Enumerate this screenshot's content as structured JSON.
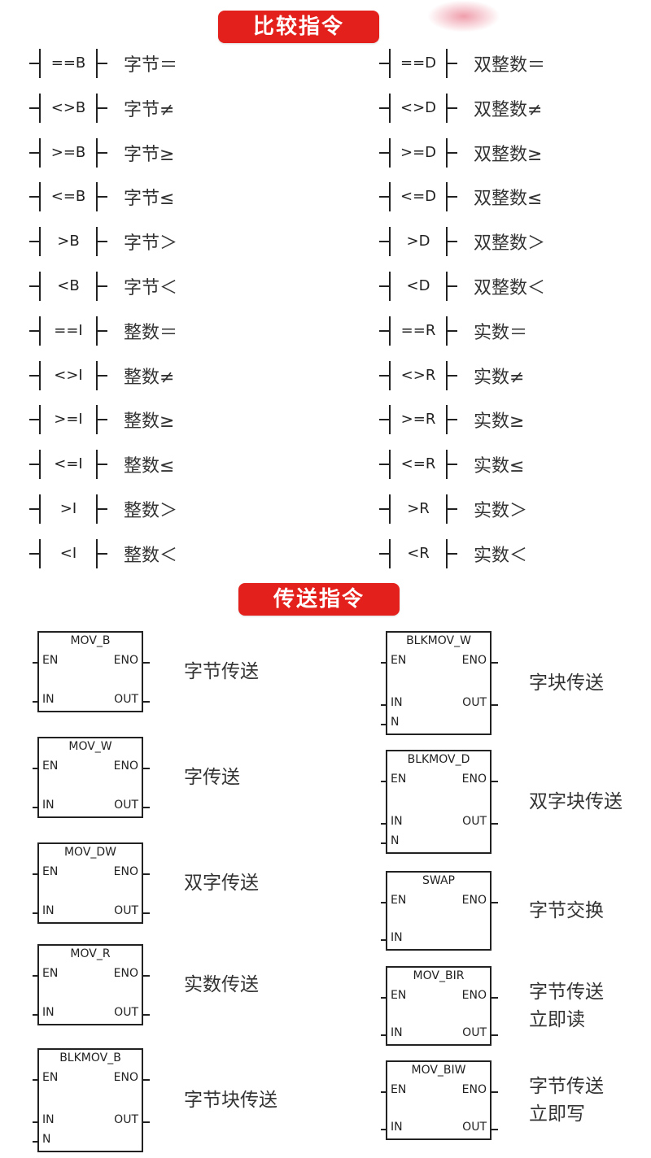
{
  "sections": {
    "compare": {
      "title": "比较指令",
      "color": "#e3201b"
    },
    "transfer": {
      "title": "传送指令",
      "color": "#e3201b"
    }
  },
  "compare_left": [
    {
      "op": "==B",
      "desc": "字节＝"
    },
    {
      "op": "<>B",
      "desc": "字节≠"
    },
    {
      "op": ">=B",
      "desc": "字节≥"
    },
    {
      "op": "<=B",
      "desc": "字节≤"
    },
    {
      "op": ">B",
      "desc": "字节＞"
    },
    {
      "op": "<B",
      "desc": "字节＜"
    },
    {
      "op": "==I",
      "desc": "整数＝"
    },
    {
      "op": "<>I",
      "desc": "整数≠"
    },
    {
      "op": ">=I",
      "desc": "整数≥"
    },
    {
      "op": "<=I",
      "desc": "整数≤"
    },
    {
      "op": ">I",
      "desc": "整数＞"
    },
    {
      "op": "<I",
      "desc": "整数＜"
    }
  ],
  "compare_right": [
    {
      "op": "==D",
      "desc": "双整数＝"
    },
    {
      "op": "<>D",
      "desc": "双整数≠"
    },
    {
      "op": ">=D",
      "desc": "双整数≥"
    },
    {
      "op": "<=D",
      "desc": "双整数≤"
    },
    {
      "op": ">D",
      "desc": "双整数＞"
    },
    {
      "op": "<D",
      "desc": "双整数＜"
    },
    {
      "op": "==R",
      "desc": "实数＝"
    },
    {
      "op": "<>R",
      "desc": "实数≠"
    },
    {
      "op": ">=R",
      "desc": "实数≥"
    },
    {
      "op": "<=R",
      "desc": "实数≤"
    },
    {
      "op": ">R",
      "desc": "实数＞"
    },
    {
      "op": "<R",
      "desc": "实数＜"
    }
  ],
  "transfer_left": [
    {
      "name": "MOV_B",
      "pins_in": [
        "EN",
        "IN"
      ],
      "pins_out": [
        "ENO",
        "OUT"
      ],
      "desc": "字节传送"
    },
    {
      "name": "MOV_W",
      "pins_in": [
        "EN",
        "IN"
      ],
      "pins_out": [
        "ENO",
        "OUT"
      ],
      "desc": "字传送"
    },
    {
      "name": "MOV_DW",
      "pins_in": [
        "EN",
        "IN"
      ],
      "pins_out": [
        "ENO",
        "OUT"
      ],
      "desc": "双字传送"
    },
    {
      "name": "MOV_R",
      "pins_in": [
        "EN",
        "IN"
      ],
      "pins_out": [
        "ENO",
        "OUT"
      ],
      "desc": "实数传送"
    },
    {
      "name": "BLKMOV_B",
      "pins_in": [
        "EN",
        "IN",
        "N"
      ],
      "pins_out": [
        "ENO",
        "OUT"
      ],
      "desc": "字节块传送"
    }
  ],
  "transfer_right": [
    {
      "name": "BLKMOV_W",
      "pins_in": [
        "EN",
        "IN",
        "N"
      ],
      "pins_out": [
        "ENO",
        "OUT"
      ],
      "desc": "字块传送"
    },
    {
      "name": "BLKMOV_D",
      "pins_in": [
        "EN",
        "IN",
        "N"
      ],
      "pins_out": [
        "ENO",
        "OUT"
      ],
      "desc": "双字块传送"
    },
    {
      "name": "SWAP",
      "pins_in": [
        "EN",
        "IN"
      ],
      "pins_out": [
        "ENO"
      ],
      "desc": "字节交换"
    },
    {
      "name": "MOV_BIR",
      "pins_in": [
        "EN",
        "IN"
      ],
      "pins_out": [
        "ENO",
        "OUT"
      ],
      "desc": "字节传送\n立即读"
    },
    {
      "name": "MOV_BIW",
      "pins_in": [
        "EN",
        "IN"
      ],
      "pins_out": [
        "ENO",
        "OUT"
      ],
      "desc": "字节传送\n立即写"
    }
  ]
}
